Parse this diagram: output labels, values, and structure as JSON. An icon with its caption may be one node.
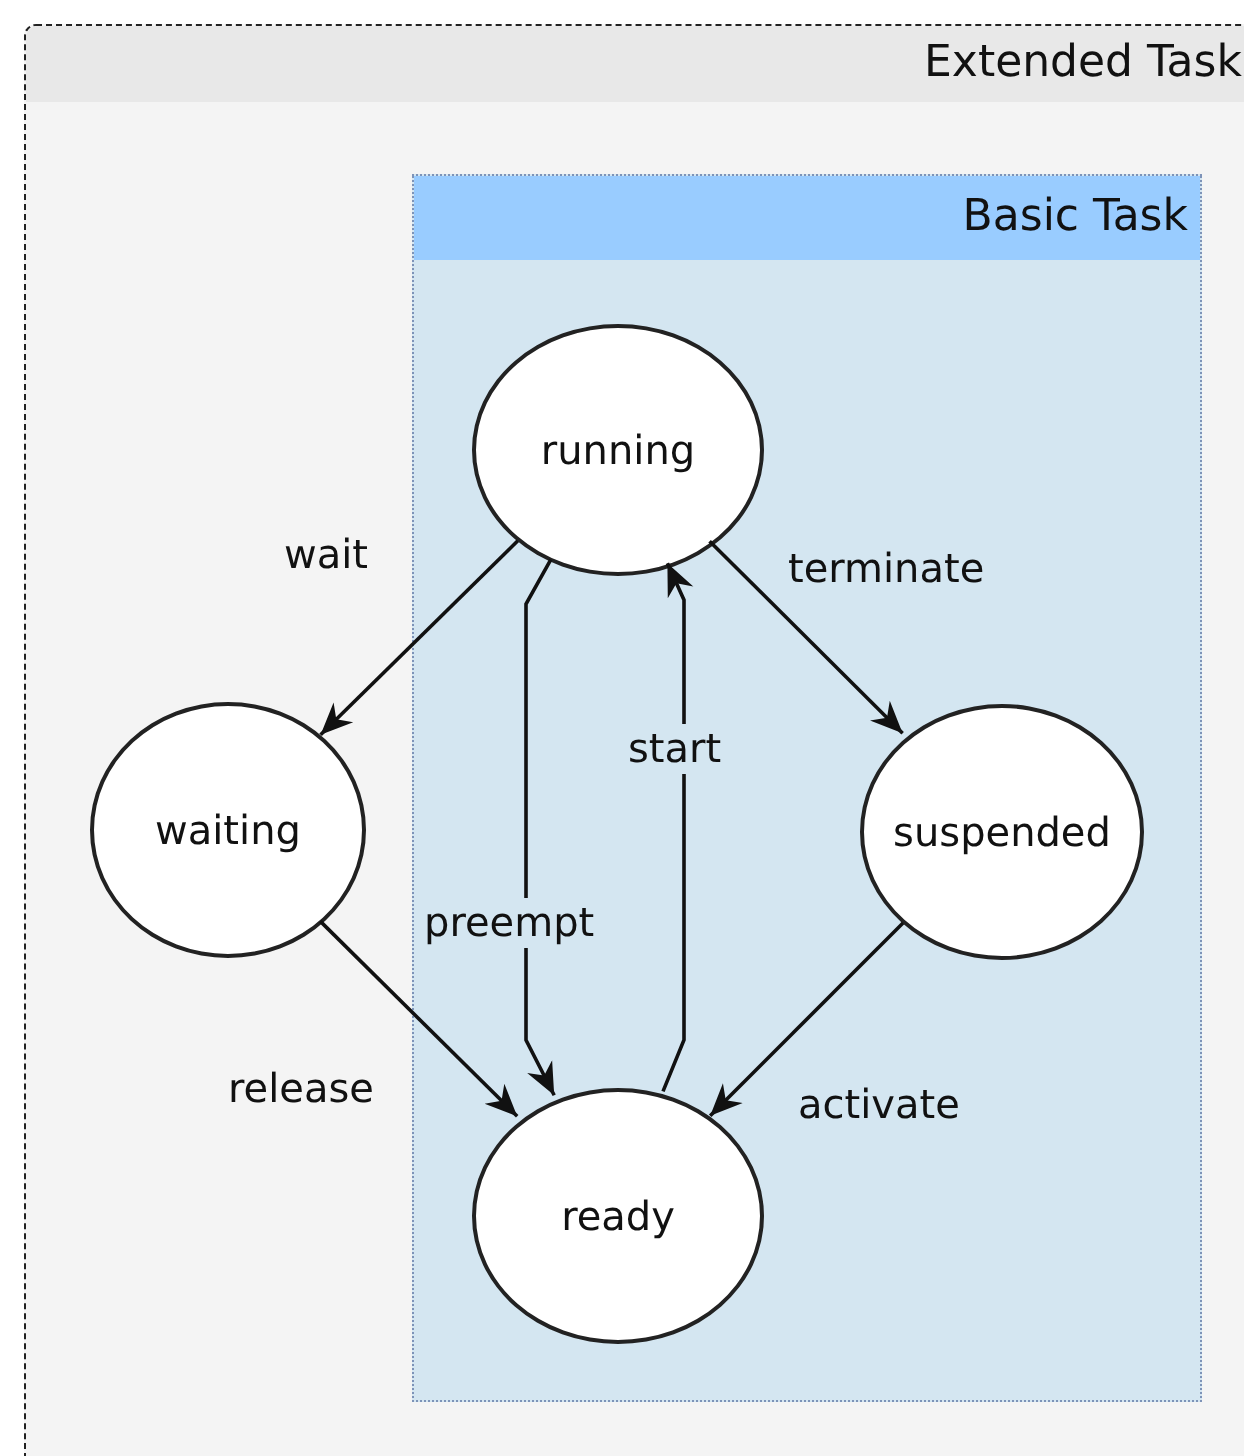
{
  "diagram": {
    "nodes": [
      {
        "text": [
          "Extended Task"
        ]
      },
      {
        "text": [
          "Basic Task"
        ],
        "in": 0
      },
      {
        "text": [
          "running"
        ],
        "in": 1
      },
      {
        "text": [
          "waiting"
        ],
        "in": 0
      },
      {
        "text": [
          "suspended"
        ],
        "in": 1
      },
      {
        "text": [
          "ready"
        ],
        "in": 1
      }
    ],
    "edges": [
      {
        "from": 2,
        "to": 3,
        "arrow": "to",
        "label": "wait"
      },
      {
        "from": 2,
        "to": 4,
        "arrow": "to",
        "label": "terminate"
      },
      {
        "from": 2,
        "to": 5,
        "arrow": "to",
        "label": "preempt"
      },
      {
        "from": 5,
        "to": 2,
        "arrow": "to",
        "label": "start"
      },
      {
        "from": 3,
        "to": 5,
        "arrow": "to",
        "label": "release"
      },
      {
        "from": 4,
        "to": 5,
        "arrow": "to",
        "label": "activate"
      }
    ]
  }
}
